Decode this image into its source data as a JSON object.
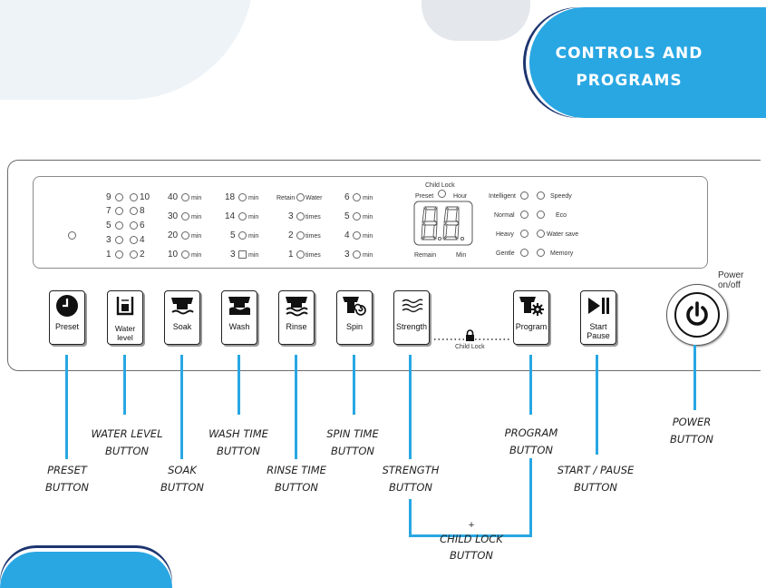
{
  "header": {
    "title_line1": "CONTROLS AND",
    "title_line2": "PROGRAMS"
  },
  "display": {
    "water_levels": [
      {
        "a": "9",
        "b": "10"
      },
      {
        "a": "7",
        "b": "8"
      },
      {
        "a": "5",
        "b": "6"
      },
      {
        "a": "3",
        "b": "4"
      },
      {
        "a": "1",
        "b": "2"
      }
    ],
    "soak_times": [
      "40",
      "30",
      "20",
      "10"
    ],
    "wash_times": [
      "18",
      "14",
      "5",
      "3"
    ],
    "rinse_items": [
      {
        "n": "Retain",
        "u": "Water"
      },
      {
        "n": "3",
        "u": "times"
      },
      {
        "n": "2",
        "u": "times"
      },
      {
        "n": "1",
        "u": "times"
      }
    ],
    "spin_times": [
      "6",
      "5",
      "4",
      "3"
    ],
    "min_unit": "min",
    "child_lock": "Child Lock",
    "preset": "Preset",
    "hour": "Hour",
    "remain": "Remain",
    "min": "Min",
    "programs": [
      {
        "l": "Intelligent",
        "r": "Speedy"
      },
      {
        "l": "Normal",
        "r": "Eco"
      },
      {
        "l": "Heavy",
        "r": "Water save"
      },
      {
        "l": "Gentle",
        "r": "Memory"
      }
    ]
  },
  "buttons": [
    {
      "id": "preset",
      "label": "Preset",
      "icon": "clock-icon"
    },
    {
      "id": "water-level",
      "label": "Water level",
      "icon": "water-bucket-icon"
    },
    {
      "id": "soak",
      "label": "Soak",
      "icon": "soak-shirt-icon"
    },
    {
      "id": "wash",
      "label": "Wash",
      "icon": "wash-shirt-icon"
    },
    {
      "id": "rinse",
      "label": "Rinse",
      "icon": "rinse-shirt-icon"
    },
    {
      "id": "spin",
      "label": "Spin",
      "icon": "spin-shirt-icon"
    },
    {
      "id": "strength",
      "label": "Strength",
      "icon": "waves-icon"
    },
    {
      "id": "program",
      "label": "Program",
      "icon": "program-gear-icon"
    },
    {
      "id": "start-pause",
      "label": "Start Pause",
      "icon": "play-pause-icon"
    }
  ],
  "child_lock_link": "Child Lock",
  "power_label": "Power on/off",
  "callouts": {
    "preset": [
      "PRESET",
      "BUTTON"
    ],
    "water_level": [
      "WATER LEVEL",
      "BUTTON"
    ],
    "soak": [
      "SOAK",
      "BUTTON"
    ],
    "wash_time": [
      "WASH TIME",
      "BUTTON"
    ],
    "rinse_time": [
      "RINSE TIME",
      "BUTTON"
    ],
    "spin_time": [
      "SPIN TIME",
      "BUTTON"
    ],
    "strength": [
      "STRENGTH",
      "BUTTON"
    ],
    "program": [
      "PROGRAM",
      "BUTTON"
    ],
    "start_pause": [
      "START / PAUSE",
      "BUTTON"
    ],
    "power": [
      "POWER",
      "BUTTON"
    ],
    "child_lock": [
      "+",
      "CHILD LOCK",
      "BUTTON"
    ]
  },
  "colors": {
    "accent": "#29a7e3",
    "navy": "#1d3570"
  }
}
